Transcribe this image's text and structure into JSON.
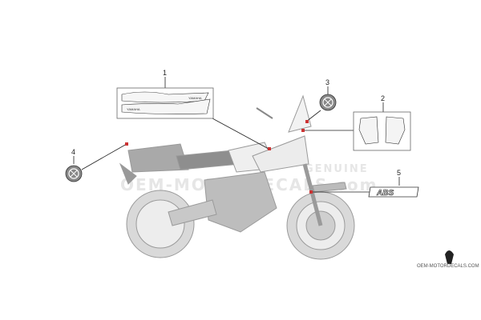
{
  "callouts": [
    {
      "id": "1",
      "label": "1"
    },
    {
      "id": "2",
      "label": "2"
    },
    {
      "id": "3",
      "label": "3"
    },
    {
      "id": "4",
      "label": "4"
    },
    {
      "id": "5",
      "label": "5"
    }
  ],
  "decal_texts": {
    "brand_a": "YAMAHA",
    "brand_b": "YAMAHA",
    "abs": "ABS"
  },
  "watermark": {
    "genuine": "GENUINE",
    "site": "OEM-MOTORDECALS.com"
  },
  "credit": "OEM-MOTORDECALS.COM",
  "colors": {
    "line": "#222222",
    "marker": "#cc3333",
    "bike_fill": "#d9d9d9",
    "bike_stroke": "#9a9a9a",
    "watermark": "#e6e6e6"
  }
}
